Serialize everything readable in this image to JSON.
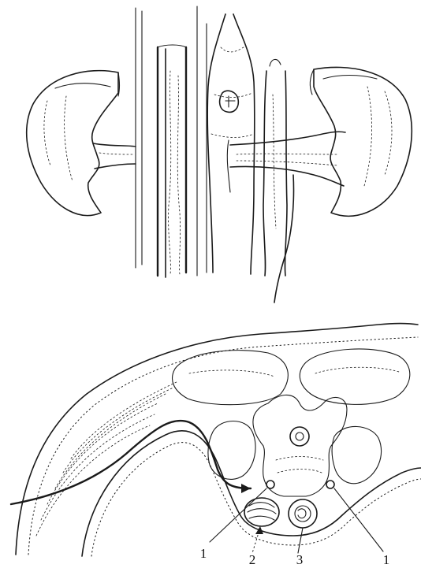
{
  "labels": {
    "leader_left_1": "1",
    "leader_2": "2",
    "leader_3": "3",
    "leader_right_1": "1"
  }
}
